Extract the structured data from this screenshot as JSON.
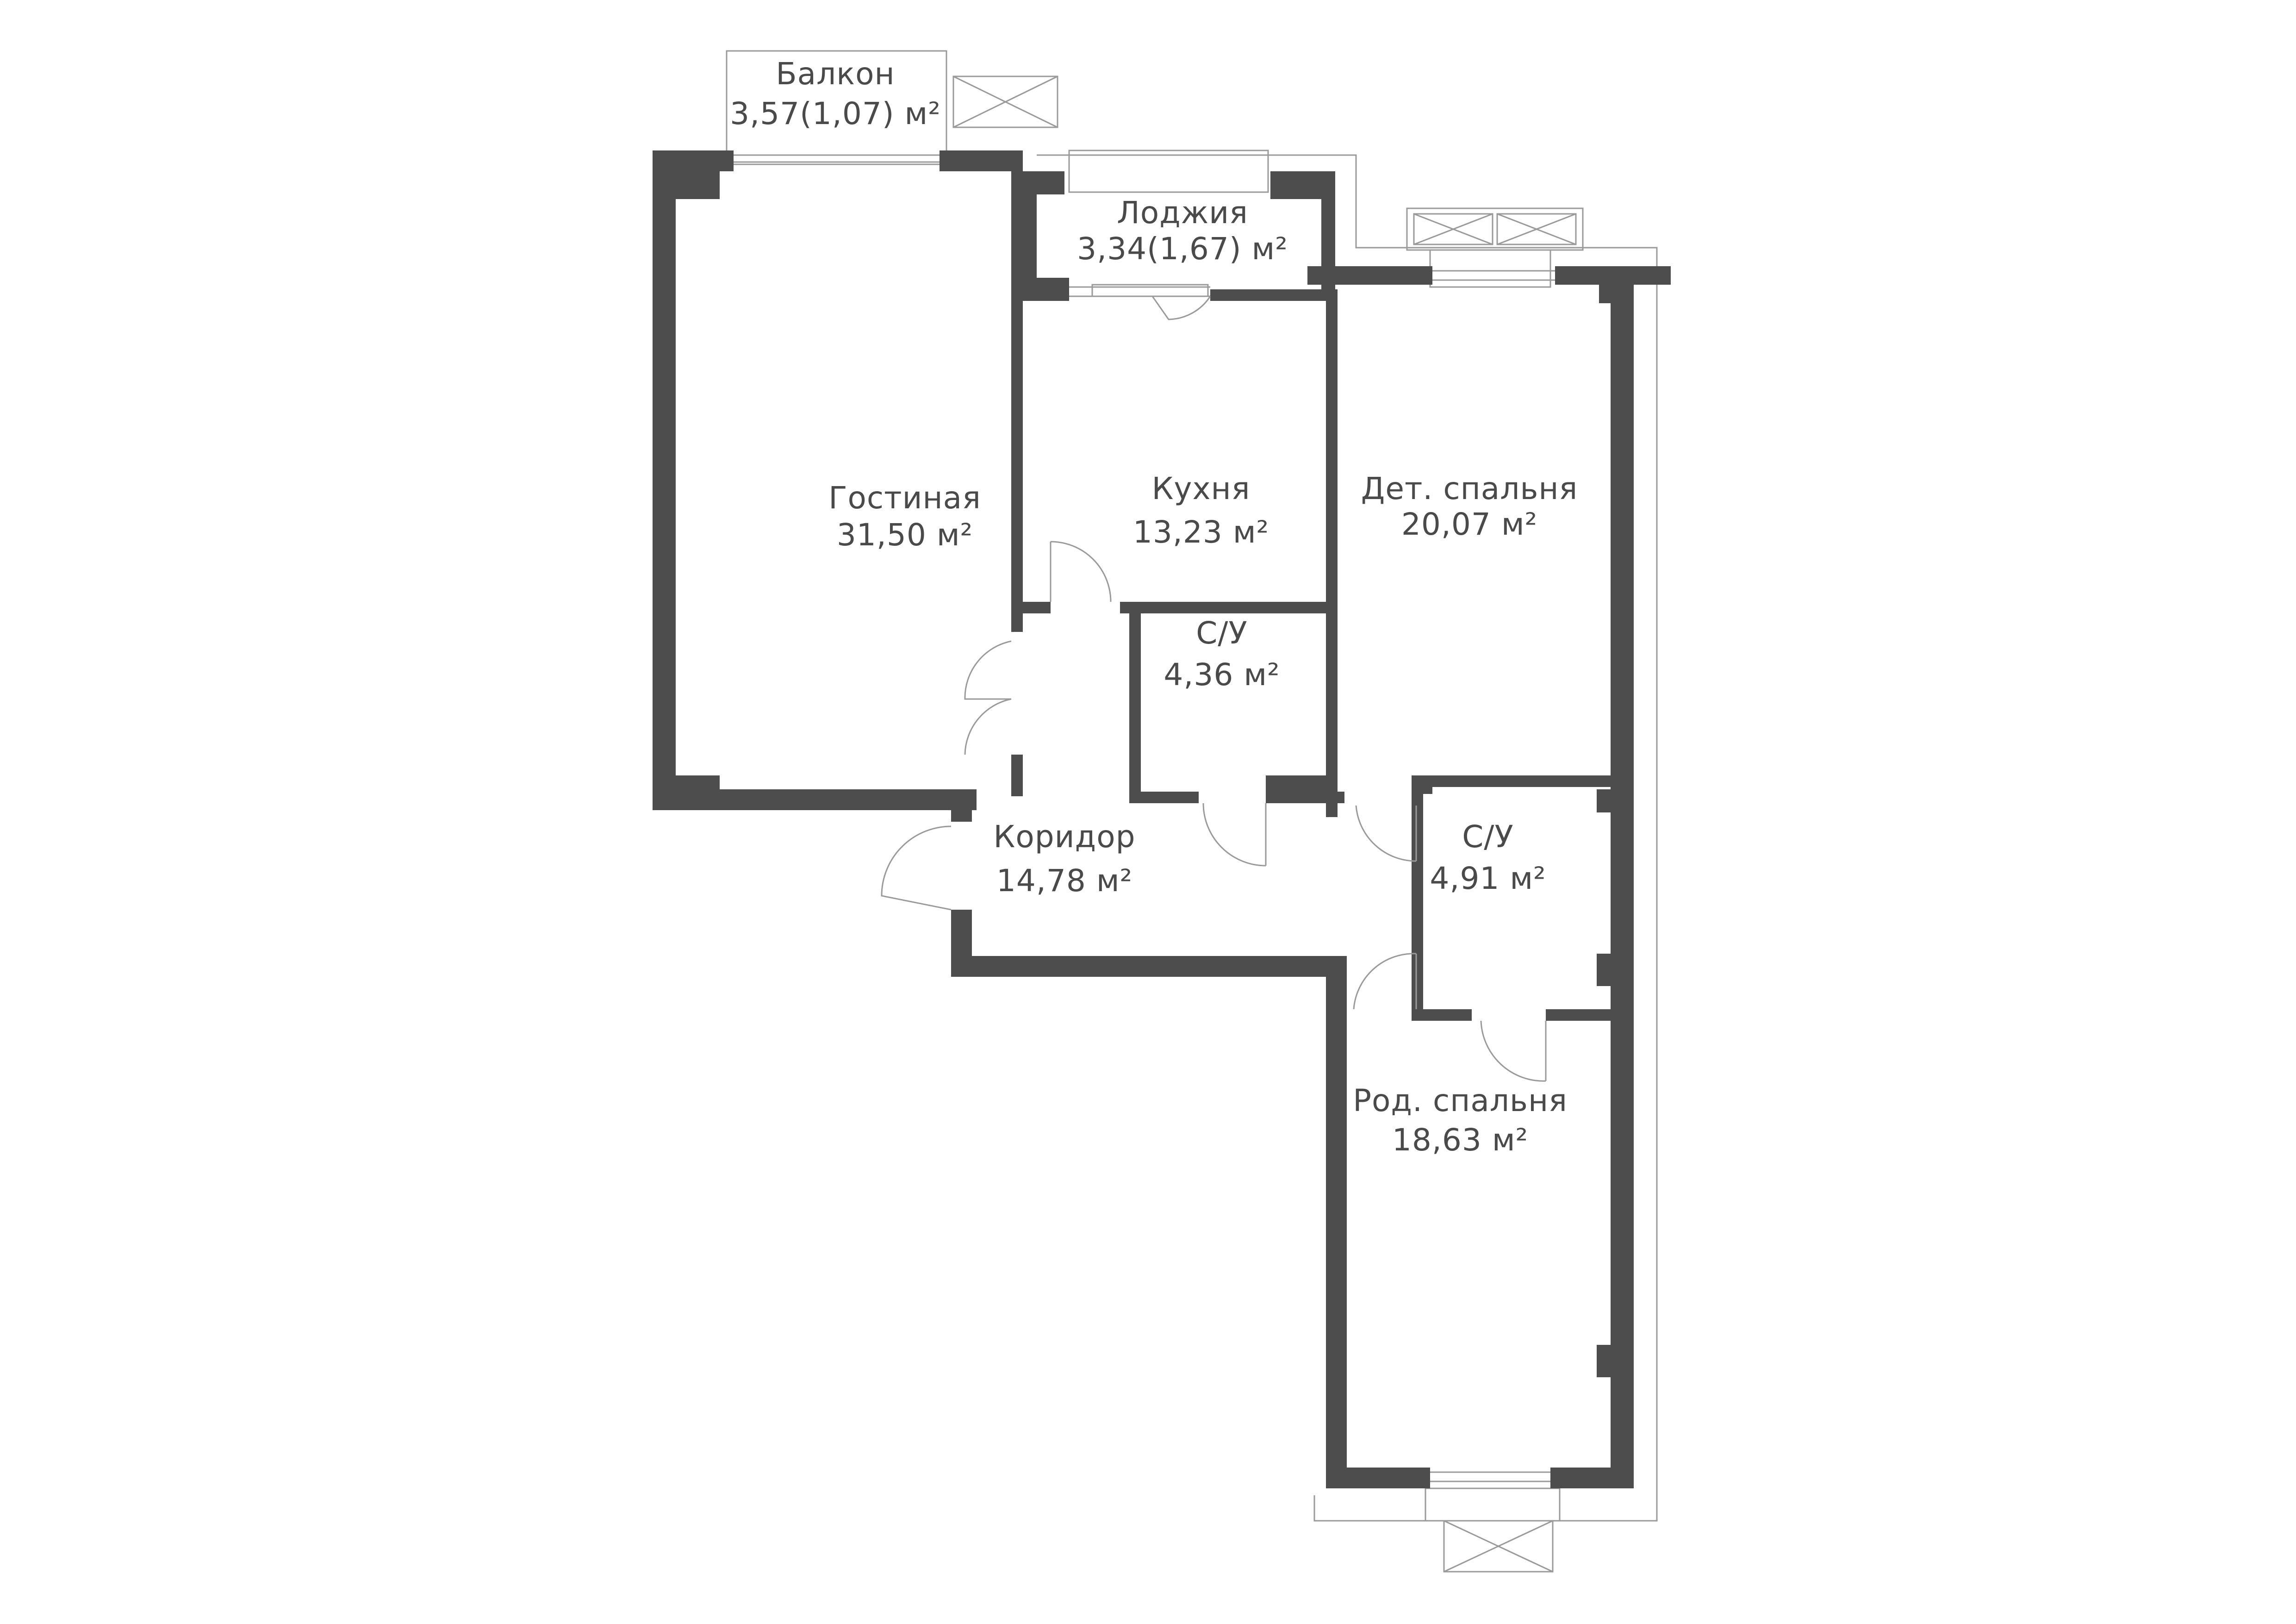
{
  "rooms": {
    "balcony": {
      "name": "Балкон",
      "area": "3,57(1,07) м²"
    },
    "loggia": {
      "name": "Лоджия",
      "area": "3,34(1,67) м²"
    },
    "living": {
      "name": "Гостиная",
      "area": "31,50 м²"
    },
    "kitchen": {
      "name": "Кухня",
      "area": "13,23 м²"
    },
    "kids_bed": {
      "name": "Дет. спальня",
      "area": "20,07 м²"
    },
    "bath1": {
      "name": "С/У",
      "area": "4,36 м²"
    },
    "corridor": {
      "name": "Коридор",
      "area": "14,78 м²"
    },
    "bath2": {
      "name": "С/У",
      "area": "4,91 м²"
    },
    "master_bed": {
      "name": "Род. спальня",
      "area": "18,63 м²"
    }
  },
  "colors": {
    "wall": "#4d4d4d",
    "thin_line": "#9a9a9a",
    "text": "#4a4a4a",
    "background": "#ffffff"
  }
}
